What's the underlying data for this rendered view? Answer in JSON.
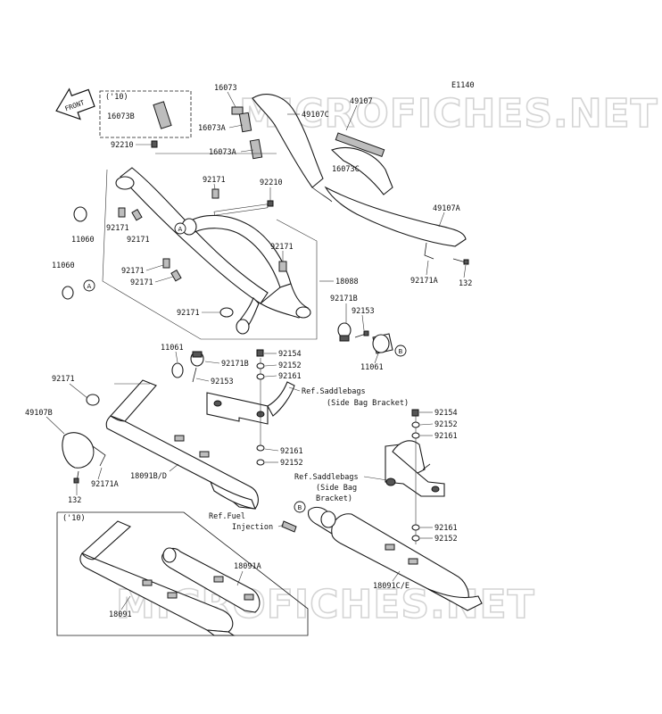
{
  "diagram_code": "E1140",
  "front_label": "FRONT",
  "watermark": "MICROFICHES.NET",
  "markers": {
    "a": "A",
    "b": "B"
  },
  "inset_top": {
    "note": "('10)",
    "part": "16073B"
  },
  "inset_bottom": {
    "note": "('10)",
    "part_left": "18091",
    "part_right": "18091A"
  },
  "refs": {
    "saddlebag_1_line1": "Ref.Saddlebags",
    "saddlebag_1_line2": "(Side Bag Bracket)",
    "saddlebag_2_line1": "Ref.Saddlebags",
    "saddlebag_2_line2": "(Side Bag",
    "saddlebag_2_line3": "Bracket)",
    "fuel_line1": "Ref.Fuel",
    "fuel_line2": "Injection"
  },
  "labels": {
    "p16073": "16073",
    "p16073a_1": "16073A",
    "p16073a_2": "16073A",
    "p49107": "49107",
    "p49107c": "49107C",
    "p16073c": "16073C",
    "p49107a": "49107A",
    "p92210_1": "92210",
    "p92210_2": "92210",
    "p92171_1": "92171",
    "p92171_2": "92171",
    "p92171_3": "92171",
    "p92171_4": "92171",
    "p92171_5": "92171",
    "p92171_6": "92171",
    "p92171_7": "92171",
    "p92171_8": "92171",
    "p11060_1": "11060",
    "p11060_2": "11060",
    "p18088": "18088",
    "p92171a_1": "92171A",
    "p92171a_2": "92171A",
    "p132_1": "132",
    "p132_2": "132",
    "p92171b_1": "92171B",
    "p92171b_2": "92171B",
    "p92153_1": "92153",
    "p92153_2": "92153",
    "p11061_1": "11061",
    "p11061_2": "11061",
    "p92154_1": "92154",
    "p92154_2": "92154",
    "p92152_1": "92152",
    "p92152_2": "92152",
    "p92152_3": "92152",
    "p92152_4": "92152",
    "p92161_1": "92161",
    "p92161_2": "92161",
    "p92161_3": "92161",
    "p92161_4": "92161",
    "p49107b": "49107B",
    "p18091bd": "18091B/D",
    "p18091ce": "18091C/E"
  }
}
